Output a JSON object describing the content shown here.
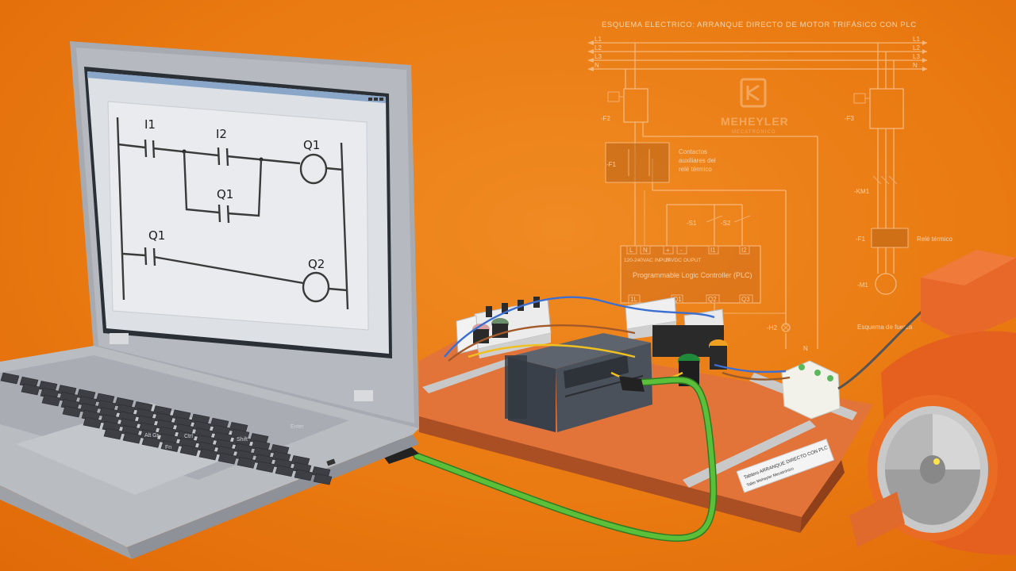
{
  "schematic": {
    "title": "ESQUEMA ELECTRICO: ARRANQUE DIRECTO DE MOTOR TRIFÁSICO CON PLC",
    "phases_left": [
      "L1",
      "L2",
      "L3",
      "N"
    ],
    "phases_right": [
      "L1",
      "L2",
      "L3",
      "N"
    ],
    "logo_name": "MEHEYLER",
    "logo_tagline": "MECATRÓNICO",
    "f1_contacts_note": [
      "Contactos",
      "auxiliares del",
      "relé térmico"
    ],
    "rele_termico": "Relé térmico",
    "esquema_fuerza": "Esquema de fuerza",
    "plc_input_label": "120-240VAC INPUT",
    "plc_output_label": "24VDC OUPUT",
    "plc_name": "Programmable Logic Controller (PLC)",
    "plc_top_terminals": [
      "L",
      "N",
      "+",
      "-",
      "I1",
      "I2"
    ],
    "plc_bottom_terminals": [
      "1L",
      "Q1",
      "Q2",
      "Q3"
    ],
    "device_tags": [
      "-F2",
      "-F3",
      "-F1",
      "-S1",
      "-S2",
      "-KM1",
      "-F1",
      "-M1",
      "-H2",
      "N"
    ]
  },
  "laptop": {
    "ladder": {
      "contacts": [
        "I1",
        "I2",
        "Q1",
        "Q1"
      ],
      "coils": [
        "Q1",
        "Q2"
      ]
    },
    "keyboard_keys": [
      "Alt Gr",
      "Fn",
      "Ctrl",
      "Shift",
      "Enter"
    ]
  },
  "board": {
    "label_title": "Tablero ARRANQUE DIRECTO CON PLC",
    "label_sub": "Taller Meheyler Mecatrónico"
  },
  "colors": {
    "background": "#ea7a12",
    "schematic_lines": "#f6b77a",
    "cable": "#5bbf3a",
    "motor": "#ec6a1e"
  }
}
